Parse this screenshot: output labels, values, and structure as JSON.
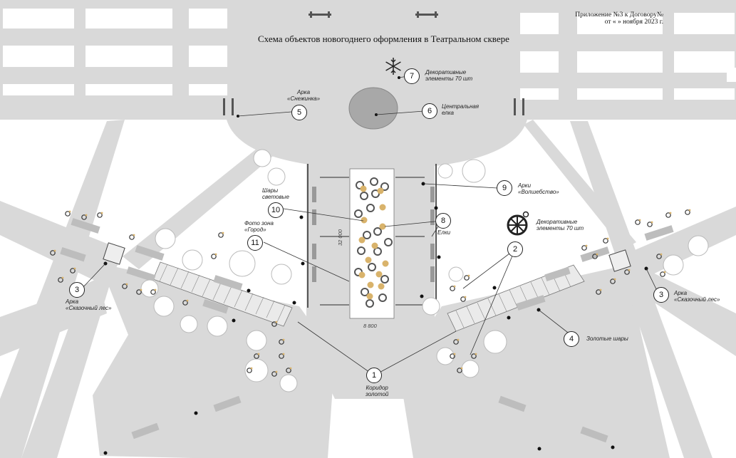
{
  "document": {
    "appendix_line1": "Приложение №3 к Договору№",
    "appendix_line2": "от «     » ноября 2023 г.",
    "title": "Схема объектов новогоднего оформления в Театральном сквере"
  },
  "dimensions": {
    "length": "32 000",
    "width": "8 800"
  },
  "labels": {
    "l1": {
      "number": "1",
      "line1": "Коридор",
      "line2": "золотой"
    },
    "l2": {
      "number": "2",
      "line1": "Декоративные",
      "line2": "элементы 70 шт"
    },
    "l3a": {
      "number": "3",
      "line1": "Арка",
      "line2": "«Сказочный лес»"
    },
    "l3b": {
      "number": "3",
      "line1": "Арка",
      "line2": "«Сказочный лес»"
    },
    "l4": {
      "number": "4",
      "line1": "Золотые шары"
    },
    "l5": {
      "number": "5",
      "line1": "Арка",
      "line2": "«Снежинка»"
    },
    "l6": {
      "number": "6",
      "line1": "Центральная",
      "line2": "елка"
    },
    "l7": {
      "number": "7",
      "line1": "Декоративные",
      "line2": "элементы 70 шт"
    },
    "l8": {
      "number": "8",
      "line1": "Елки"
    },
    "l9": {
      "number": "9",
      "line1": "Арки",
      "line2": "«Волшебство»"
    },
    "l10": {
      "number": "10",
      "line1": "Шары",
      "line2": "световые"
    },
    "l11": {
      "number": "11",
      "line1": "Фото зона",
      "line2": "«Город»"
    }
  },
  "icons": [
    "snowflake-icon",
    "wheel-ornament-icon",
    "tree-icon",
    "light-ball-icon",
    "lantern-icon"
  ],
  "colors": {
    "road": "#d9d9d9",
    "ground": "#ffffff",
    "gold": "#d9b36b",
    "tree": "#555555"
  }
}
